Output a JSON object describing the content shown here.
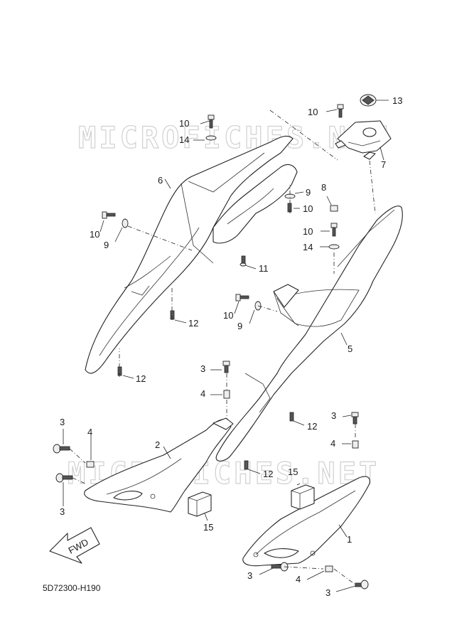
{
  "diagram": {
    "watermarks": [
      "MICROFICHES.NET",
      "MICROFICHES.NET"
    ],
    "diagram_code": "5D72300-H190",
    "fwd_label": "FWD",
    "callouts": {
      "c13": "13",
      "c10a": "10",
      "c7": "7",
      "c10b": "10",
      "c14a": "14",
      "c6": "6",
      "c9a": "9",
      "c10c": "10",
      "c8": "8",
      "c10d": "10",
      "c9b": "9",
      "c10e": "10",
      "c14b": "14",
      "c11": "11",
      "c10f": "10",
      "c9c": "9",
      "c12a": "12",
      "c5": "5",
      "c12b": "12",
      "c3a": "3",
      "c4a": "4",
      "c12c": "12",
      "c3b": "3",
      "c4b": "4",
      "c2": "2",
      "c3c": "3",
      "c4c": "4",
      "c12d": "12",
      "c15a": "15",
      "c3d": "3",
      "c15b": "15",
      "c1": "1",
      "c3e": "3",
      "c4d": "4",
      "c3f": "3"
    }
  }
}
